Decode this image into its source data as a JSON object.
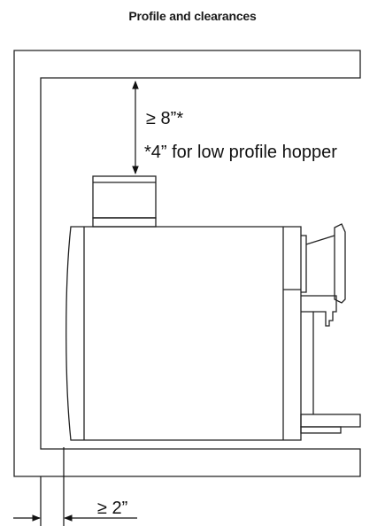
{
  "title": "Profile and clearances",
  "labels": {
    "top_clearance": "≥ 8”*",
    "top_clearance_note": "*4” for low profile hopper",
    "side_clearance": "≥ 2”"
  }
}
